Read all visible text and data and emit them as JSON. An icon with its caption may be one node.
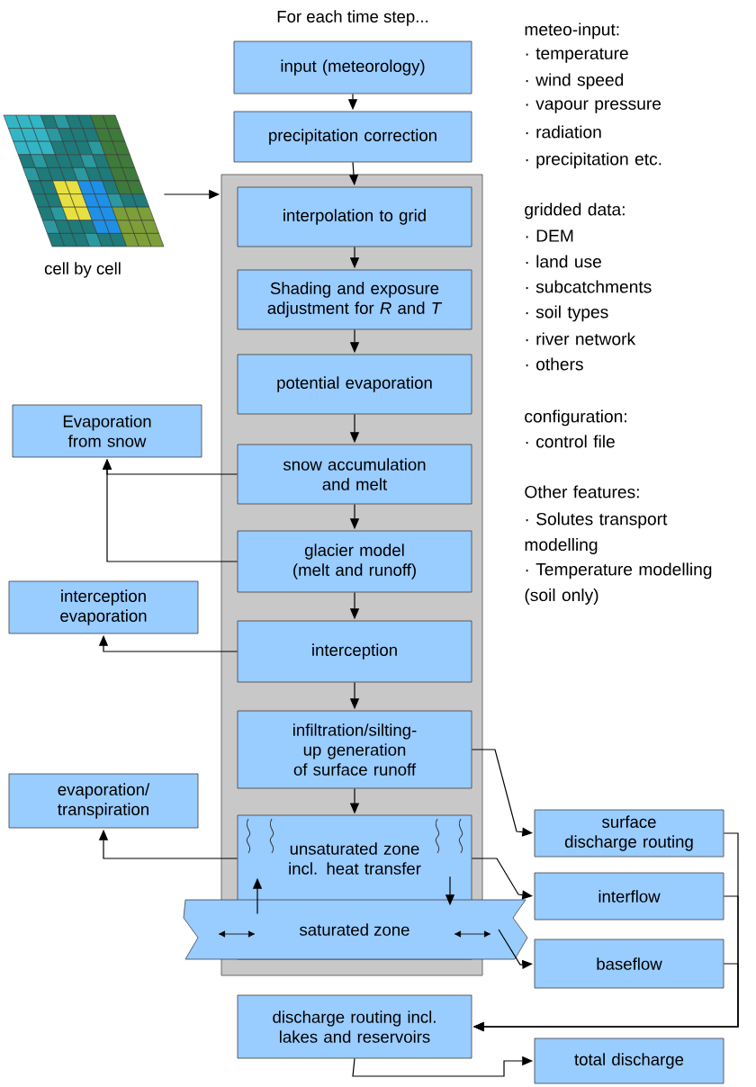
{
  "diagram": {
    "title": "For each time step...",
    "nodes": [
      {
        "text": [],
        "shape": "picture",
        "beside": [
          "cell by cell"
        ]
      },
      {
        "text": [],
        "shape": "box"
      },
      {
        "text": [
          "input (meteorology)"
        ]
      },
      {
        "text": [
          "precipitation correction"
        ]
      },
      {
        "text": [
          "interpolation to grid"
        ],
        "in": 1
      },
      {
        "text": [
          "Shading and exposure adjustment for *R* and *T*"
        ],
        "in": 1
      },
      {
        "text": [
          "potential evaporation"
        ],
        "in": 1
      },
      {
        "text": [
          "snow accumulation and melt"
        ],
        "in": 1
      },
      {
        "text": [
          "glacier model (melt and runoff)"
        ],
        "in": 1
      },
      {
        "text": [
          "interception"
        ],
        "in": 1
      },
      {
        "text": [
          "infiltration/silting-up generation of surface runoff"
        ],
        "in": 1
      },
      {
        "text": [
          "unsaturated zone incl. heat transfer"
        ],
        "in": 1
      },
      {
        "text": [
          "saturated zone"
        ]
      },
      {
        "text": [
          "Evaporation from snow"
        ]
      },
      {
        "text": [
          "interception evaporation"
        ]
      },
      {
        "text": [
          "evaporation/ transpiration"
        ]
      },
      {
        "text": [
          "surface discharge routing"
        ]
      },
      {
        "text": [
          "interflow"
        ]
      },
      {
        "text": [
          "baseflow"
        ]
      },
      {
        "text": [
          "discharge routing incl. lakes and reservoirs"
        ]
      },
      {
        "text": [
          "total discharge"
        ]
      }
    ],
    "edges": [
      {
        "from": 0,
        "to": 1,
        "arrow": "to"
      },
      {
        "from": 2,
        "to": 3,
        "arrow": "to"
      },
      {
        "from": 3,
        "to": 4,
        "arrow": "to"
      },
      {
        "from": 4,
        "to": 5,
        "arrow": "to"
      },
      {
        "from": 5,
        "to": 6,
        "arrow": "to"
      },
      {
        "from": 6,
        "to": 7,
        "arrow": "to"
      },
      {
        "from": 7,
        "to": 8,
        "arrow": "to"
      },
      {
        "from": 8,
        "to": 9,
        "arrow": "to"
      },
      {
        "from": 9,
        "to": 10,
        "arrow": "to"
      },
      {
        "from": 10,
        "to": 11,
        "arrow": "to"
      },
      {
        "from": 7,
        "to": 13,
        "arrow": "to"
      },
      {
        "from": 8,
        "to": 13,
        "arrow": "to"
      },
      {
        "from": 9,
        "to": 14,
        "arrow": "to"
      },
      {
        "from": 11,
        "to": 15,
        "arrow": "to"
      },
      {
        "from": 10,
        "to": 16,
        "arrow": "to"
      },
      {
        "from": 11,
        "to": 17,
        "arrow": "to"
      },
      {
        "from": 12,
        "to": 18,
        "arrow": "to"
      },
      {
        "from": 12,
        "to": 11,
        "arrow": "to"
      },
      {
        "from": 11,
        "to": 12,
        "arrow": "to"
      },
      {
        "from": 16,
        "to": 19,
        "arrow": "to"
      },
      {
        "from": 17,
        "to": 19,
        "arrow": "to"
      },
      {
        "from": 18,
        "to": 19,
        "arrow": "to"
      },
      {
        "from": 19,
        "to": 20,
        "arrow": "to"
      }
    ],
    "labels": [
      "meteo-input:",
      "· temperature",
      "· wind speed",
      "· vapour pressure",
      "· radiation",
      "· precipitation etc.",
      "gridded data:",
      "· DEM",
      "· land use",
      "· subcatchments",
      "· soil types",
      "· river network",
      "· others",
      "configuration:",
      "· control file",
      "Other features:",
      "· Solutes transport modelling",
      "· Temperature modelling (soil only)"
    ]
  }
}
